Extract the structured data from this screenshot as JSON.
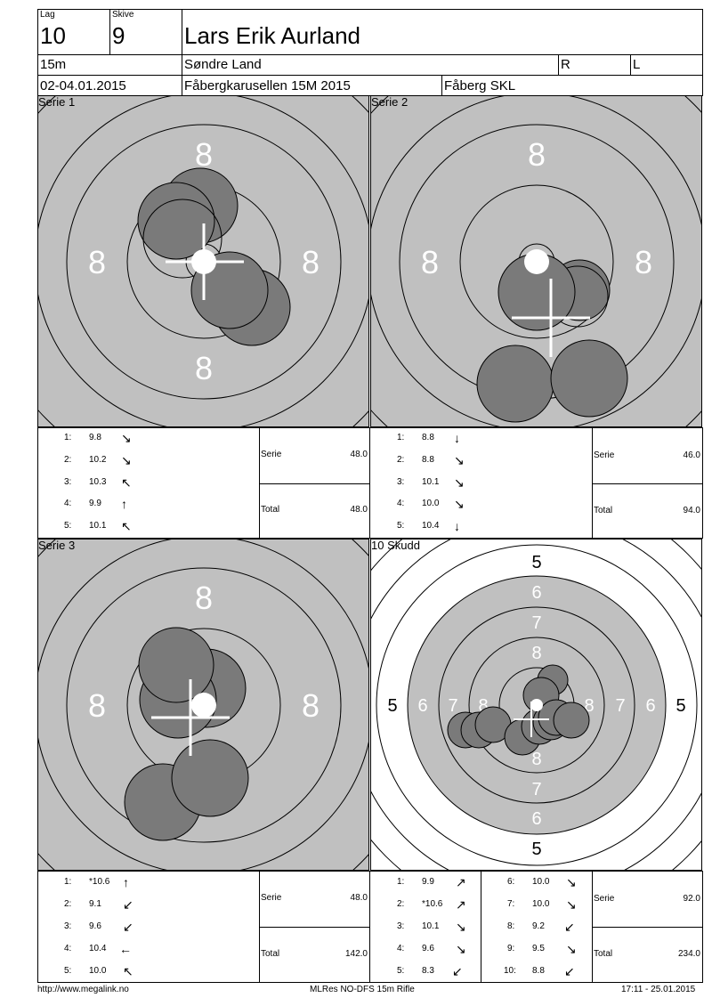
{
  "header": {
    "lag_label": "Lag",
    "lag_value": "10",
    "skive_label": "Skive",
    "skive_value": "9",
    "shooter_name": "Lars Erik Aurland",
    "distance": "15m",
    "club_region": "Søndre Land",
    "r_label": "R",
    "l_label": "L",
    "date": "02-04.01.2015",
    "event": "Fåbergkarusellen 15M 2015",
    "club": "Fåberg SKL"
  },
  "series": [
    {
      "title": "Serie 1",
      "shots": [
        {
          "n": "1:",
          "score": "9.8",
          "arrow": "↘"
        },
        {
          "n": "2:",
          "score": "10.2",
          "arrow": "↘"
        },
        {
          "n": "3:",
          "score": "10.3",
          "arrow": "↖"
        },
        {
          "n": "4:",
          "score": "9.9",
          "arrow": "↑"
        },
        {
          "n": "5:",
          "score": "10.1",
          "arrow": "↖"
        }
      ],
      "serie_label": "Serie",
      "serie_value": "48.0",
      "total_label": "Total",
      "total_value": "48.0"
    },
    {
      "title": "Serie 2",
      "shots": [
        {
          "n": "1:",
          "score": "8.8",
          "arrow": "↓"
        },
        {
          "n": "2:",
          "score": "8.8",
          "arrow": "↘"
        },
        {
          "n": "3:",
          "score": "10.1",
          "arrow": "↘"
        },
        {
          "n": "4:",
          "score": "10.0",
          "arrow": "↘"
        },
        {
          "n": "5:",
          "score": "10.4",
          "arrow": "↓"
        }
      ],
      "serie_label": "Serie",
      "serie_value": "46.0",
      "total_label": "Total",
      "total_value": "94.0"
    },
    {
      "title": "Serie 3",
      "shots": [
        {
          "n": "1:",
          "score": "*10.6",
          "arrow": "↑"
        },
        {
          "n": "2:",
          "score": "9.1",
          "arrow": "↙"
        },
        {
          "n": "3:",
          "score": "9.6",
          "arrow": "↙"
        },
        {
          "n": "4:",
          "score": "10.4",
          "arrow": "←"
        },
        {
          "n": "5:",
          "score": "10.0",
          "arrow": "↖"
        }
      ],
      "serie_label": "Serie",
      "serie_value": "48.0",
      "total_label": "Total",
      "total_value": "142.0"
    },
    {
      "title": "10 Skudd",
      "shots": [
        {
          "n": "1:",
          "score": "9.9",
          "arrow": "↗"
        },
        {
          "n": "2:",
          "score": "*10.6",
          "arrow": "↗"
        },
        {
          "n": "3:",
          "score": "10.1",
          "arrow": "↘"
        },
        {
          "n": "4:",
          "score": "9.6",
          "arrow": "↘"
        },
        {
          "n": "5:",
          "score": "8.3",
          "arrow": "↙"
        },
        {
          "n": "6:",
          "score": "10.0",
          "arrow": "↘"
        },
        {
          "n": "7:",
          "score": "10.0",
          "arrow": "↘"
        },
        {
          "n": "8:",
          "score": "9.2",
          "arrow": "↙"
        },
        {
          "n": "9:",
          "score": "9.5",
          "arrow": "↘"
        },
        {
          "n": "10:",
          "score": "8.8",
          "arrow": "↙"
        }
      ],
      "serie_label": "Serie",
      "serie_value": "92.0",
      "total_label": "Total",
      "total_value": "234.0"
    }
  ],
  "target_labels": {
    "ring8": "8",
    "ring7": "7",
    "ring6": "6",
    "ring5": "5"
  },
  "footer": {
    "url": "http://www.megalink.no",
    "software": "MLRes NO-DFS 15m Rifle",
    "timestamp": "17:11 - 25.01.2015"
  },
  "colors": {
    "target_gray": "#c0c0c0",
    "shot_gray": "#7a7a7a"
  }
}
